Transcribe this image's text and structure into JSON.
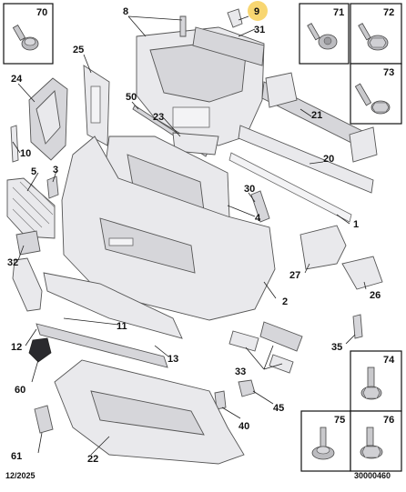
{
  "callouts": {
    "n1": "1",
    "n2": "2",
    "n3": "3",
    "n4": "4",
    "n5": "5",
    "n8": "8",
    "n9": "9",
    "n10": "10",
    "n11": "11",
    "n12": "12",
    "n13": "13",
    "n20": "20",
    "n21": "21",
    "n22": "22",
    "n23": "23",
    "n24": "24",
    "n25": "25",
    "n26": "26",
    "n27": "27",
    "n30": "30",
    "n31": "31",
    "n32": "32",
    "n33": "33",
    "n35": "35",
    "n40": "40",
    "n45": "45",
    "n50": "50",
    "n60": "60",
    "n61": "61"
  },
  "fastener_boxes": {
    "b70": "70",
    "b71": "71",
    "b72": "72",
    "b73": "73",
    "b74": "74",
    "b75": "75",
    "b76": "76"
  },
  "highlight_color": "#f5c842",
  "footer": {
    "date": "12/2025",
    "reference": "30000460"
  }
}
